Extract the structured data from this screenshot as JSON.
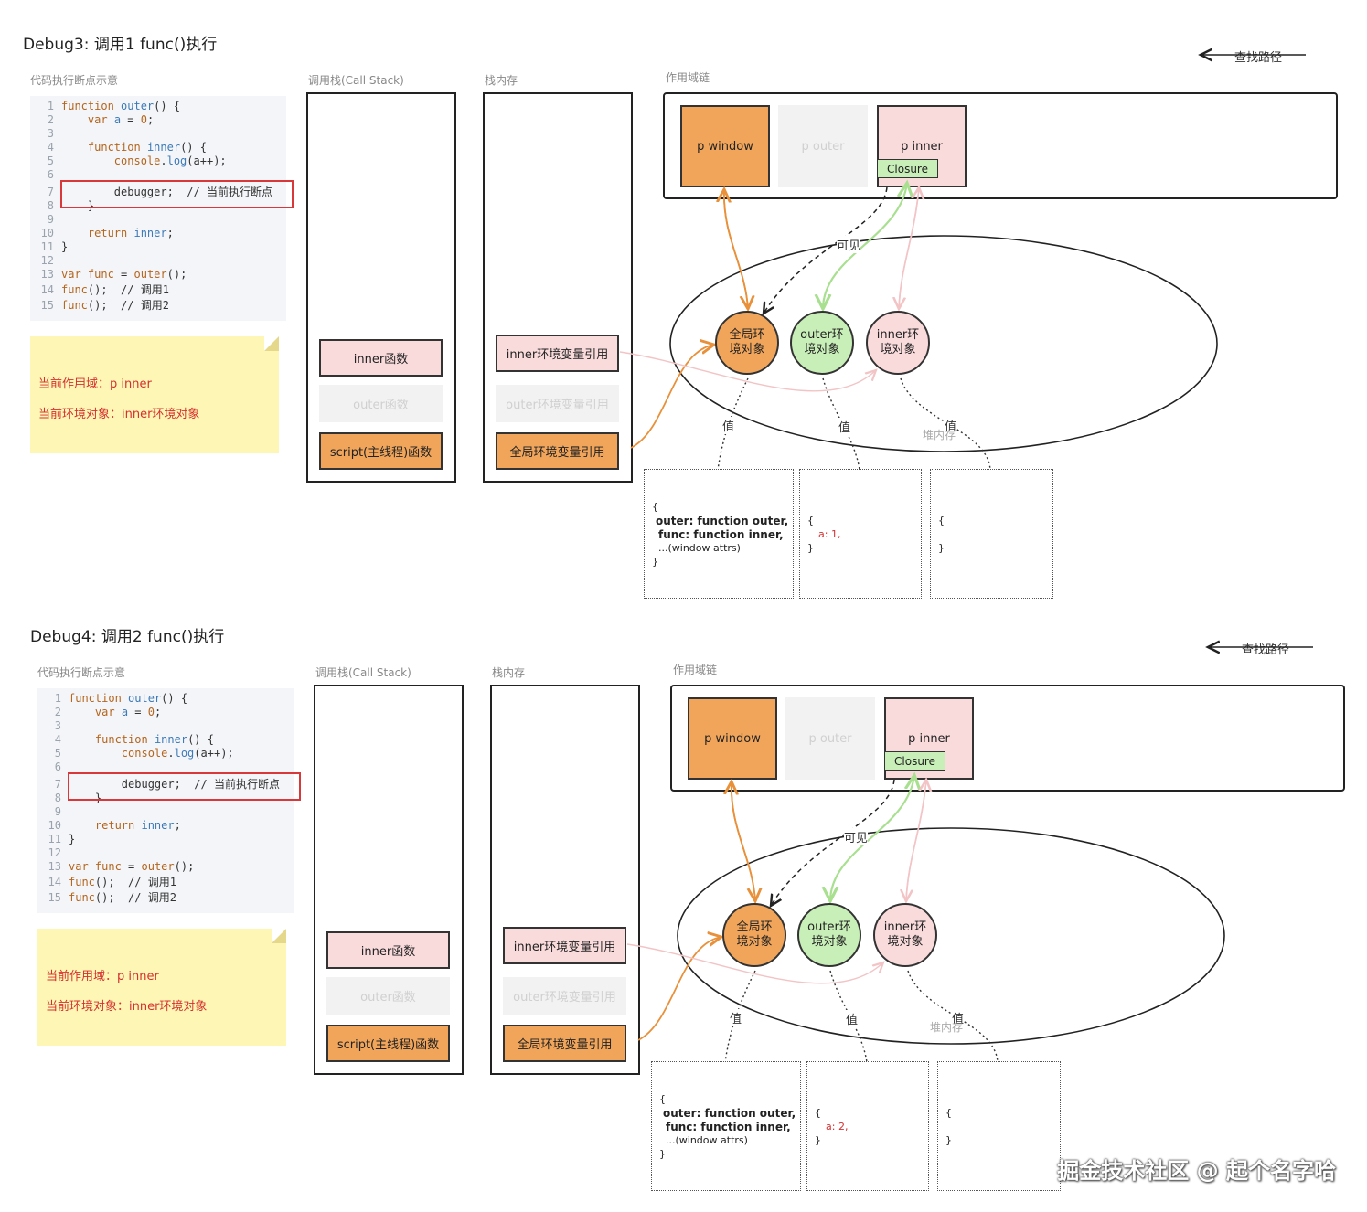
{
  "panels": [
    {
      "title": "Debug3: 调用1  func()执行",
      "section_code": "代码执行断点示意",
      "section_stack": "调用栈(Call Stack)",
      "section_memory": "栈内存",
      "section_scope": "作用域链",
      "lookup_path": "查找路径",
      "code_lines": [
        {
          "n": "1",
          "t": [
            [
              "kw",
              "function "
            ],
            [
              "fn",
              "outer"
            ],
            [
              "plain",
              "() {"
            ]
          ]
        },
        {
          "n": "2",
          "t": [
            [
              "plain",
              "    "
            ],
            [
              "kw",
              "var "
            ],
            [
              "fn",
              "a"
            ],
            [
              "plain",
              " = "
            ],
            [
              "kw",
              "0"
            ],
            [
              "plain",
              ";"
            ]
          ]
        },
        {
          "n": "3",
          "t": []
        },
        {
          "n": "4",
          "t": [
            [
              "plain",
              "    "
            ],
            [
              "kw",
              "function "
            ],
            [
              "fn",
              "inner"
            ],
            [
              "plain",
              "() {"
            ]
          ]
        },
        {
          "n": "5",
          "t": [
            [
              "plain",
              "        "
            ],
            [
              "kw",
              "console"
            ],
            [
              "plain",
              "."
            ],
            [
              "fn",
              "log"
            ],
            [
              "plain",
              "(a++);"
            ]
          ]
        },
        {
          "n": "6",
          "t": []
        },
        {
          "n": "7",
          "t": [
            [
              "plain",
              "        debugger;  // 当前执行断点"
            ]
          ]
        },
        {
          "n": "8",
          "t": [
            [
              "plain",
              "    }"
            ]
          ]
        },
        {
          "n": "9",
          "t": []
        },
        {
          "n": "10",
          "t": [
            [
              "plain",
              "    "
            ],
            [
              "kw",
              "return "
            ],
            [
              "fn",
              "inner"
            ],
            [
              "plain",
              ";"
            ]
          ]
        },
        {
          "n": "11",
          "t": [
            [
              "plain",
              "}"
            ]
          ]
        },
        {
          "n": "12",
          "t": []
        },
        {
          "n": "13",
          "t": [
            [
              "kw",
              "var "
            ],
            [
              "kw",
              "func"
            ],
            [
              "plain",
              " = "
            ],
            [
              "kw",
              "outer"
            ],
            [
              "plain",
              "();"
            ]
          ]
        },
        {
          "n": "14",
          "t": [
            [
              "kw",
              "func"
            ],
            [
              "plain",
              "();  // 调用1"
            ]
          ]
        },
        {
          "n": "15",
          "t": [
            [
              "kw",
              "func"
            ],
            [
              "plain",
              "();  // 调用2"
            ]
          ]
        }
      ],
      "note_scope": "当前作用域：p inner",
      "note_env": "当前环境对象：inner环境对象",
      "stack_frames": [
        "inner函数",
        "outer函数",
        "script(主线程)函数"
      ],
      "memory_frames": [
        "inner环境变量引用",
        "outer环境变量引用",
        "全局环境变量引用"
      ],
      "scope_items": [
        "p window",
        "p outer",
        "p inner"
      ],
      "closure_label": "Closure",
      "visible_label": "可见",
      "envs": [
        "全局环\n境对象",
        "outer环\n境对象",
        "inner环\n境对象"
      ],
      "value_label": "值",
      "heap_label": "堆内存",
      "heap_global": [
        "{",
        "outer: function outer,",
        "func: function inner,",
        "...(window attrs)",
        "}"
      ],
      "heap_outer": [
        "{",
        "a: 1,",
        "}"
      ],
      "heap_inner": [
        "{",
        "}"
      ]
    },
    {
      "title": "Debug4: 调用2  func()执行",
      "section_code": "代码执行断点示意",
      "section_stack": "调用栈(Call Stack)",
      "section_memory": "栈内存",
      "section_scope": "作用域链",
      "lookup_path": "查找路径",
      "code_lines": [
        {
          "n": "1",
          "t": [
            [
              "kw",
              "function "
            ],
            [
              "fn",
              "outer"
            ],
            [
              "plain",
              "() {"
            ]
          ]
        },
        {
          "n": "2",
          "t": [
            [
              "plain",
              "    "
            ],
            [
              "kw",
              "var "
            ],
            [
              "fn",
              "a"
            ],
            [
              "plain",
              " = "
            ],
            [
              "kw",
              "0"
            ],
            [
              "plain",
              ";"
            ]
          ]
        },
        {
          "n": "3",
          "t": []
        },
        {
          "n": "4",
          "t": [
            [
              "plain",
              "    "
            ],
            [
              "kw",
              "function "
            ],
            [
              "fn",
              "inner"
            ],
            [
              "plain",
              "() {"
            ]
          ]
        },
        {
          "n": "5",
          "t": [
            [
              "plain",
              "        "
            ],
            [
              "kw",
              "console"
            ],
            [
              "plain",
              "."
            ],
            [
              "fn",
              "log"
            ],
            [
              "plain",
              "(a++);"
            ]
          ]
        },
        {
          "n": "6",
          "t": []
        },
        {
          "n": "7",
          "t": [
            [
              "plain",
              "        debugger;  // 当前执行断点"
            ]
          ]
        },
        {
          "n": "8",
          "t": [
            [
              "plain",
              "    }"
            ]
          ]
        },
        {
          "n": "9",
          "t": []
        },
        {
          "n": "10",
          "t": [
            [
              "plain",
              "    "
            ],
            [
              "kw",
              "return "
            ],
            [
              "fn",
              "inner"
            ],
            [
              "plain",
              ";"
            ]
          ]
        },
        {
          "n": "11",
          "t": [
            [
              "plain",
              "}"
            ]
          ]
        },
        {
          "n": "12",
          "t": []
        },
        {
          "n": "13",
          "t": [
            [
              "kw",
              "var "
            ],
            [
              "kw",
              "func"
            ],
            [
              "plain",
              " = "
            ],
            [
              "kw",
              "outer"
            ],
            [
              "plain",
              "();"
            ]
          ]
        },
        {
          "n": "14",
          "t": [
            [
              "kw",
              "func"
            ],
            [
              "plain",
              "();  // 调用1"
            ]
          ]
        },
        {
          "n": "15",
          "t": [
            [
              "kw",
              "func"
            ],
            [
              "plain",
              "();  // 调用2"
            ]
          ]
        }
      ],
      "note_scope": "当前作用域：p inner",
      "note_env": "当前环境对象：inner环境对象",
      "stack_frames": [
        "inner函数",
        "outer函数",
        "script(主线程)函数"
      ],
      "memory_frames": [
        "inner环境变量引用",
        "outer环境变量引用",
        "全局环境变量引用"
      ],
      "scope_items": [
        "p window",
        "p outer",
        "p inner"
      ],
      "closure_label": "Closure",
      "visible_label": "可见",
      "envs": [
        "全局环\n境对象",
        "outer环\n境对象",
        "inner环\n境对象"
      ],
      "value_label": "值",
      "heap_label": "堆内存",
      "heap_global": [
        "{",
        "outer: function outer,",
        "func: function inner,",
        "...(window attrs)",
        "}"
      ],
      "heap_outer": [
        "{",
        "a: 2,",
        "}"
      ],
      "heap_inner": [
        "{",
        "}"
      ]
    }
  ],
  "watermark": "掘金技术社区 @ 起个名字哈",
  "colors": {
    "orange": "#f0a55b",
    "pink": "#fadbdc",
    "green": "#c8efb8",
    "red": "#d62f2f",
    "note_bg": "#fdf6b4",
    "arrow_orange": "#e8903a",
    "arrow_green": "#a8e090",
    "arrow_pink": "#f2c4c6"
  }
}
